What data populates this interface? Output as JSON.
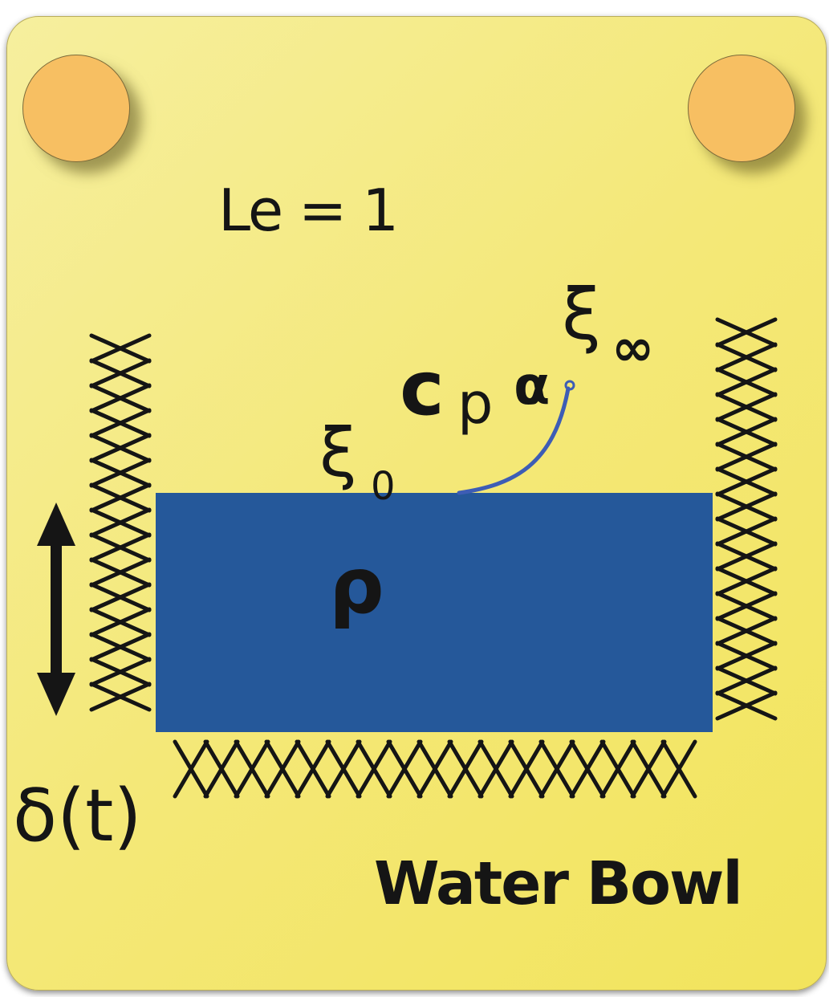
{
  "labels": {
    "lewis_number": "Le = 1",
    "xi_zero": "ξ",
    "xi_zero_subscript": "0",
    "heat_capacity_c": "c",
    "heat_capacity_p": "p",
    "diffusivity": "α",
    "xi_infinity": "ξ",
    "xi_infinity_subscript": "∞",
    "density": "ρ",
    "boundary_thickness": "δ(t)",
    "title": "Water Bowl"
  },
  "colors": {
    "card_background": "#f4e878",
    "pin": "#f7bf62",
    "water": "#25589a",
    "curve": "#3d5db5",
    "ink": "#151515"
  }
}
